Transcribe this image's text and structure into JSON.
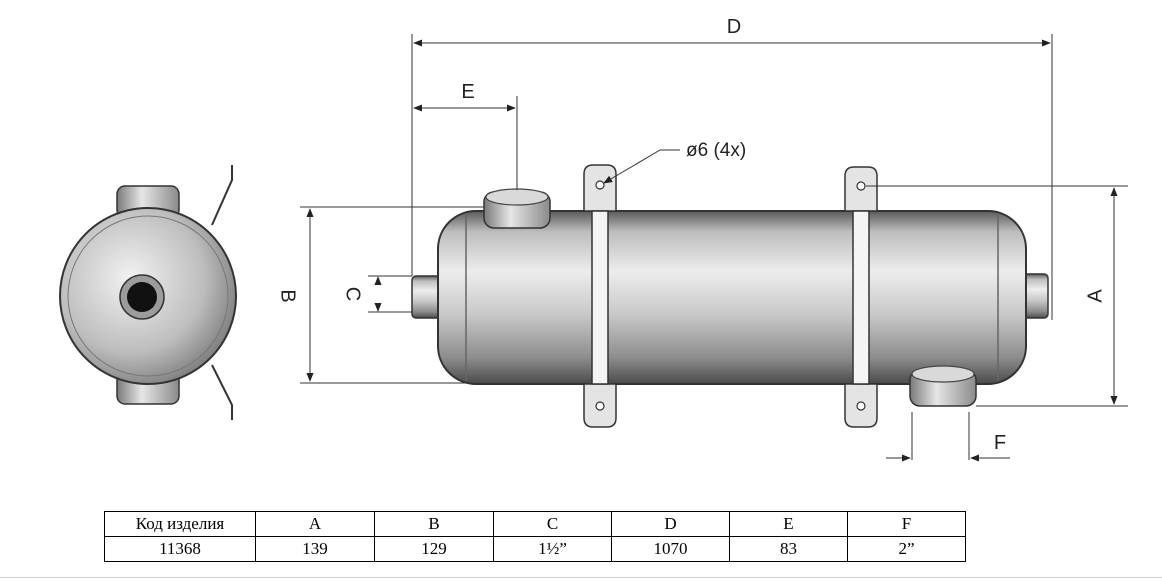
{
  "drawing": {
    "dimension_labels": {
      "D": "D",
      "E": "E",
      "B": "B",
      "C": "C",
      "A": "A",
      "F": "F"
    },
    "hole_note": "ø6 (4x)"
  },
  "table": {
    "headers": [
      "Код изделия",
      "A",
      "B",
      "C",
      "D",
      "E",
      "F"
    ],
    "values": [
      "11368",
      "139",
      "129",
      "1½”",
      "1070",
      "83",
      "2”"
    ]
  }
}
